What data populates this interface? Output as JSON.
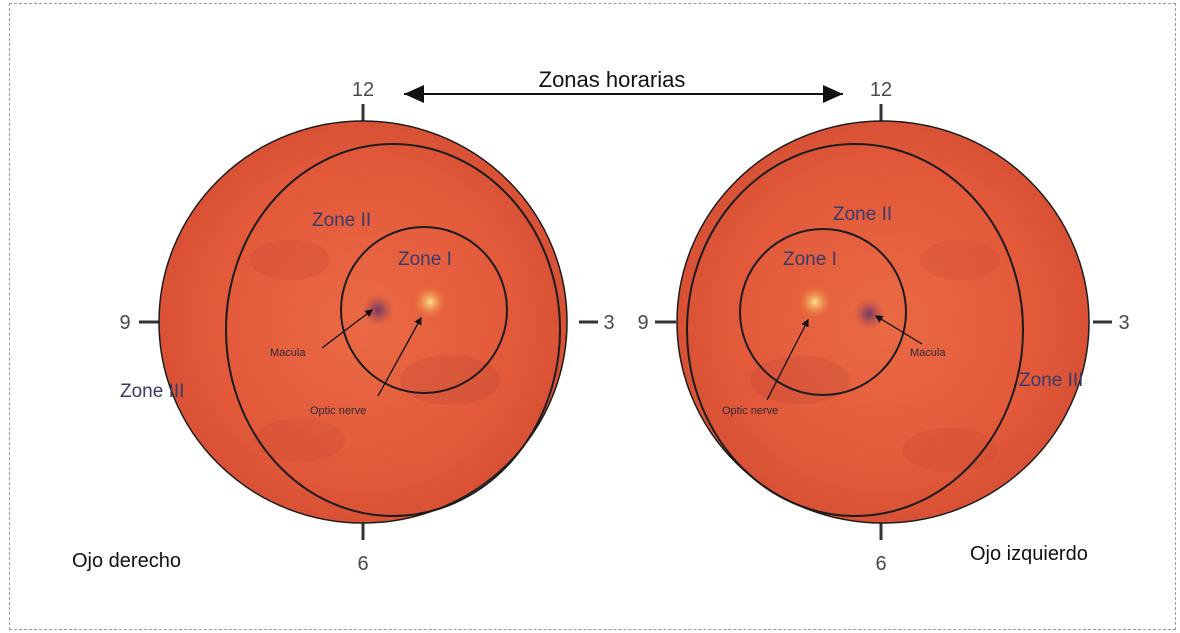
{
  "title": "Zonas horarias",
  "colors": {
    "fundus": "#e2593a",
    "fundus_dark": "#c9472c",
    "macula": "#6e3a6a",
    "disc": "#f3b347",
    "line": "#1c1c1c"
  },
  "eyes": [
    {
      "caption": "Ojo derecho",
      "clock": {
        "top": "12",
        "left": "9",
        "right": "3",
        "bottom": "6"
      },
      "zone1": "Zone I",
      "zone2": "Zone II",
      "zone3": "Zone III",
      "macula": "Macula",
      "optic_nerve": "Optic nerve"
    },
    {
      "caption": "Ojo izquierdo",
      "clock": {
        "top": "12",
        "left": "9",
        "right": "3",
        "bottom": "6"
      },
      "zone1": "Zone I",
      "zone2": "Zone II",
      "zone3": "Zone III",
      "macula": "Macula",
      "optic_nerve": "Optic nerve"
    }
  ]
}
